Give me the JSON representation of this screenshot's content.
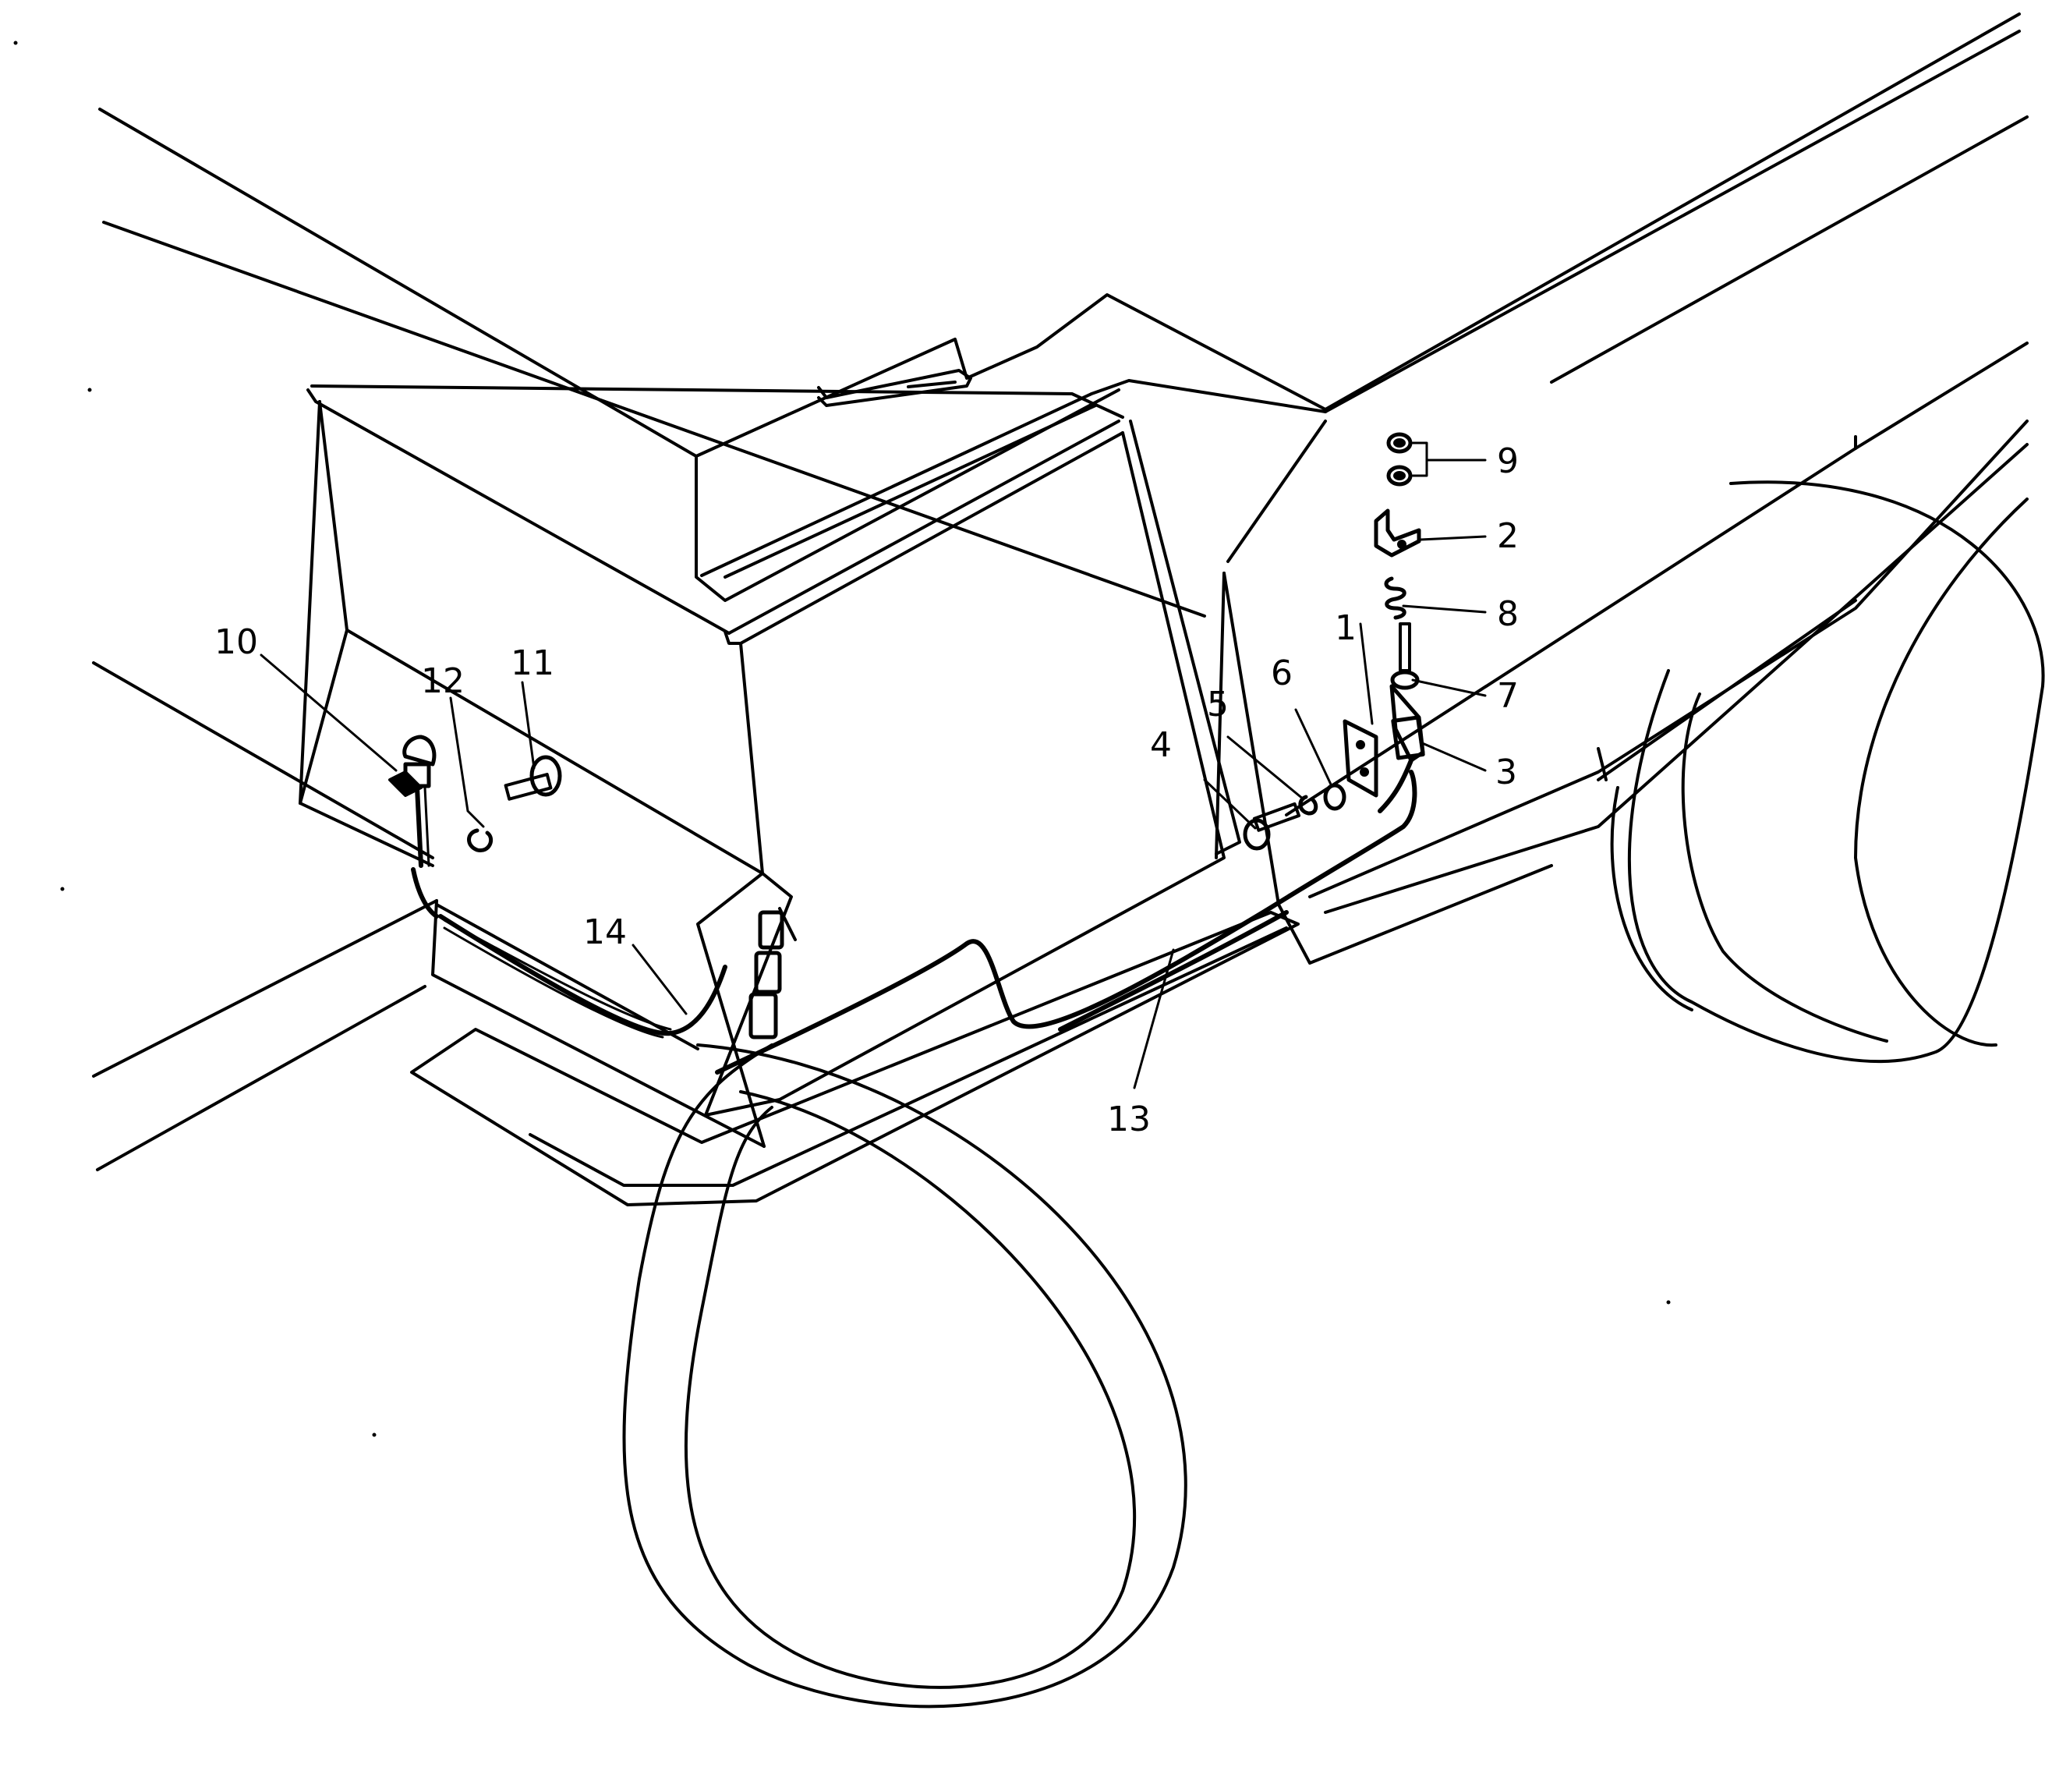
{
  "callouts": [
    {
      "id": "1",
      "label": "1",
      "part": "switch-bracket"
    },
    {
      "id": "2",
      "label": "2",
      "part": "angle-bracket"
    },
    {
      "id": "3",
      "label": "3",
      "part": "switch"
    },
    {
      "id": "4",
      "label": "4",
      "part": "bolt"
    },
    {
      "id": "5",
      "label": "5",
      "part": "lock-washer"
    },
    {
      "id": "6",
      "label": "6",
      "part": "washer"
    },
    {
      "id": "7",
      "label": "7",
      "part": "plunger-rod"
    },
    {
      "id": "8",
      "label": "8",
      "part": "spring"
    },
    {
      "id": "9",
      "label": "9",
      "part": "nut-pair"
    },
    {
      "id": "10",
      "label": "10",
      "part": "lamp"
    },
    {
      "id": "11",
      "label": "11",
      "part": "bolt"
    },
    {
      "id": "12",
      "label": "12",
      "part": "washer"
    },
    {
      "id": "13",
      "label": "13",
      "part": "wire-harness"
    },
    {
      "id": "14",
      "label": "14",
      "part": "wire"
    }
  ],
  "colors": {
    "ink": "#000000",
    "paper": "#ffffff"
  }
}
